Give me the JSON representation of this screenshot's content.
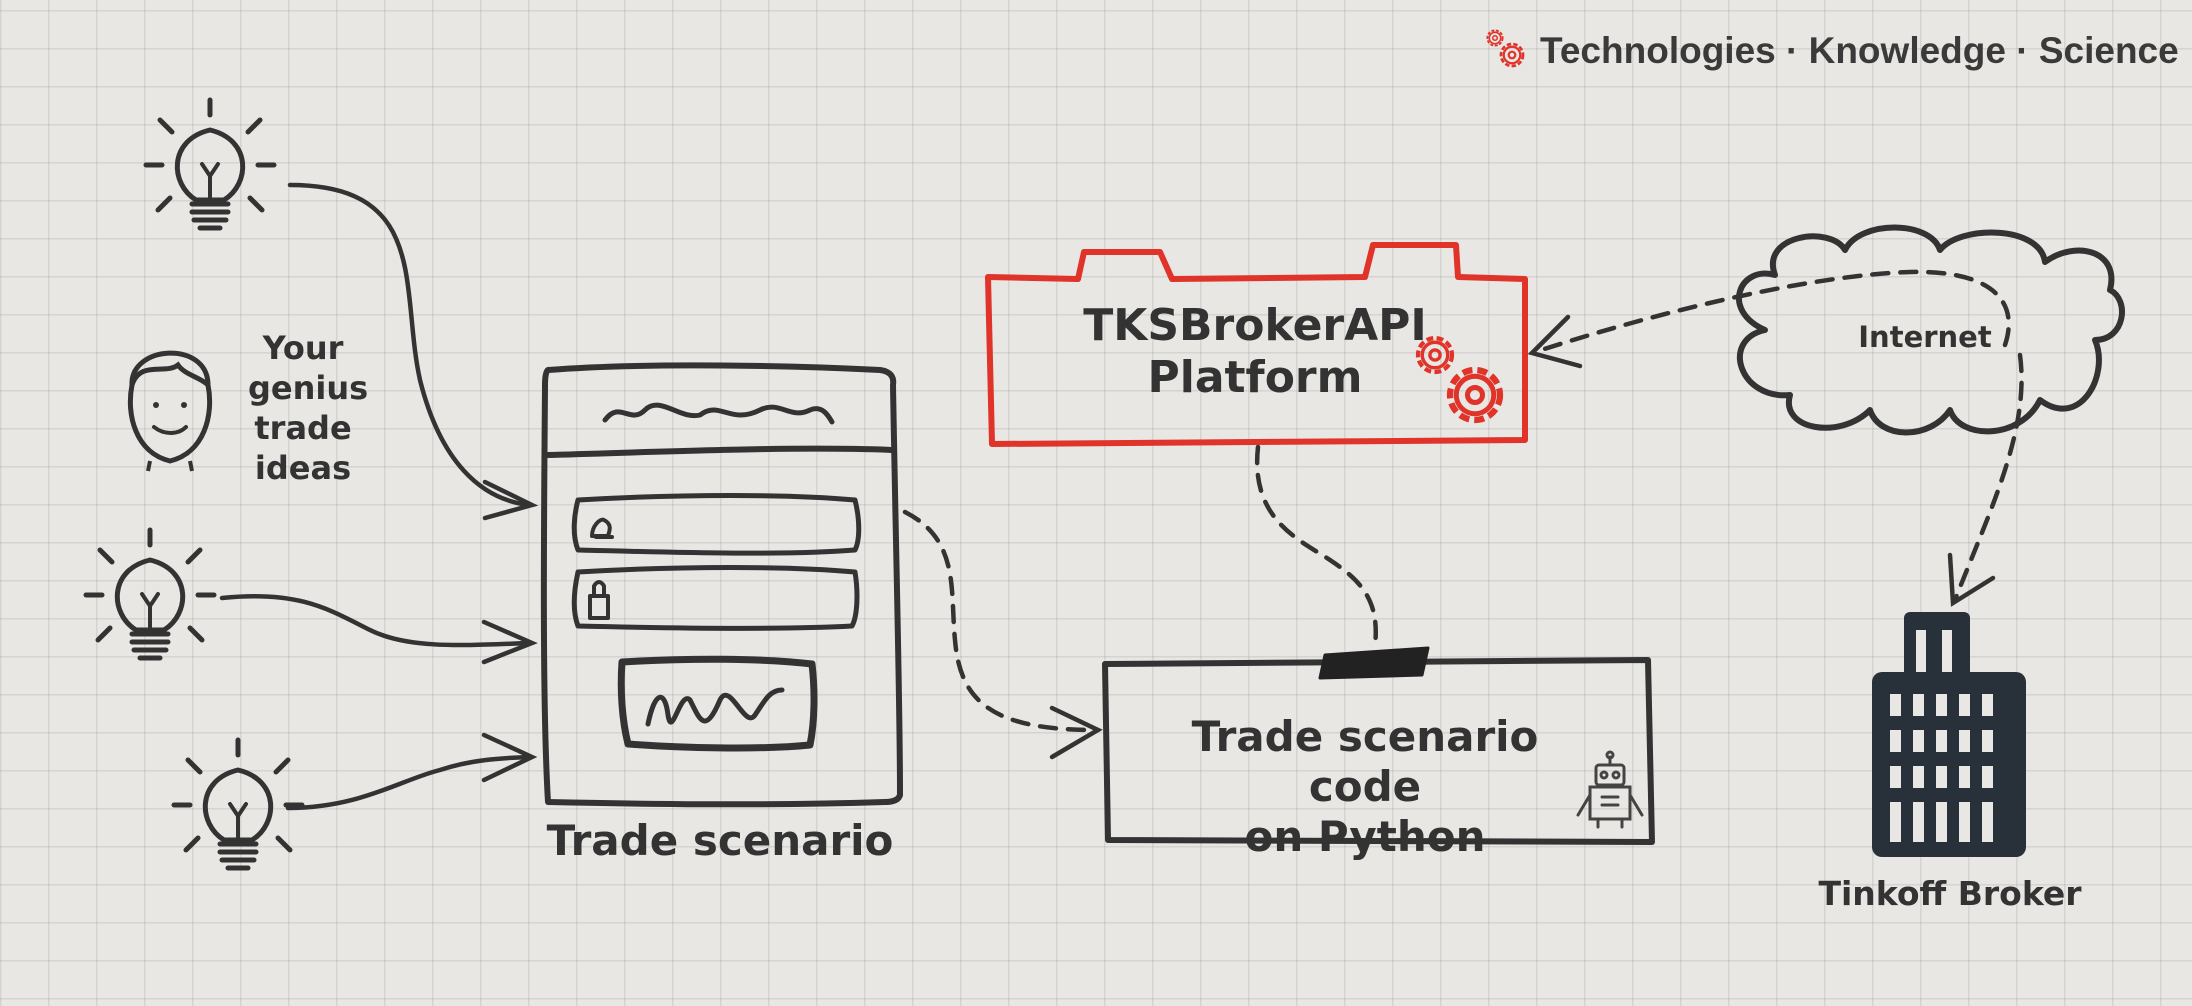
{
  "tagline": "Technologies · Knowledge · Science",
  "ideas_label_lines": [
    "Your",
    "genius",
    "trade",
    "ideas"
  ],
  "trade_scenario_label": "Trade scenario",
  "platform_label_lines": [
    "TKSBrokerAPI",
    "Platform"
  ],
  "python_code_label_lines": [
    "Trade scenario code",
    "on Python"
  ],
  "internet_label": "Internet",
  "broker_label": "Tinkoff Broker",
  "colors": {
    "ink": "#333333",
    "accent": "#e0332a",
    "building": "#28303a",
    "background": "#e9e7e3"
  },
  "icons": [
    "gears-icon",
    "lightbulb-icon",
    "person-icon",
    "form-icon",
    "gears-icon",
    "cloud-icon",
    "robot-icon",
    "building-icon"
  ]
}
